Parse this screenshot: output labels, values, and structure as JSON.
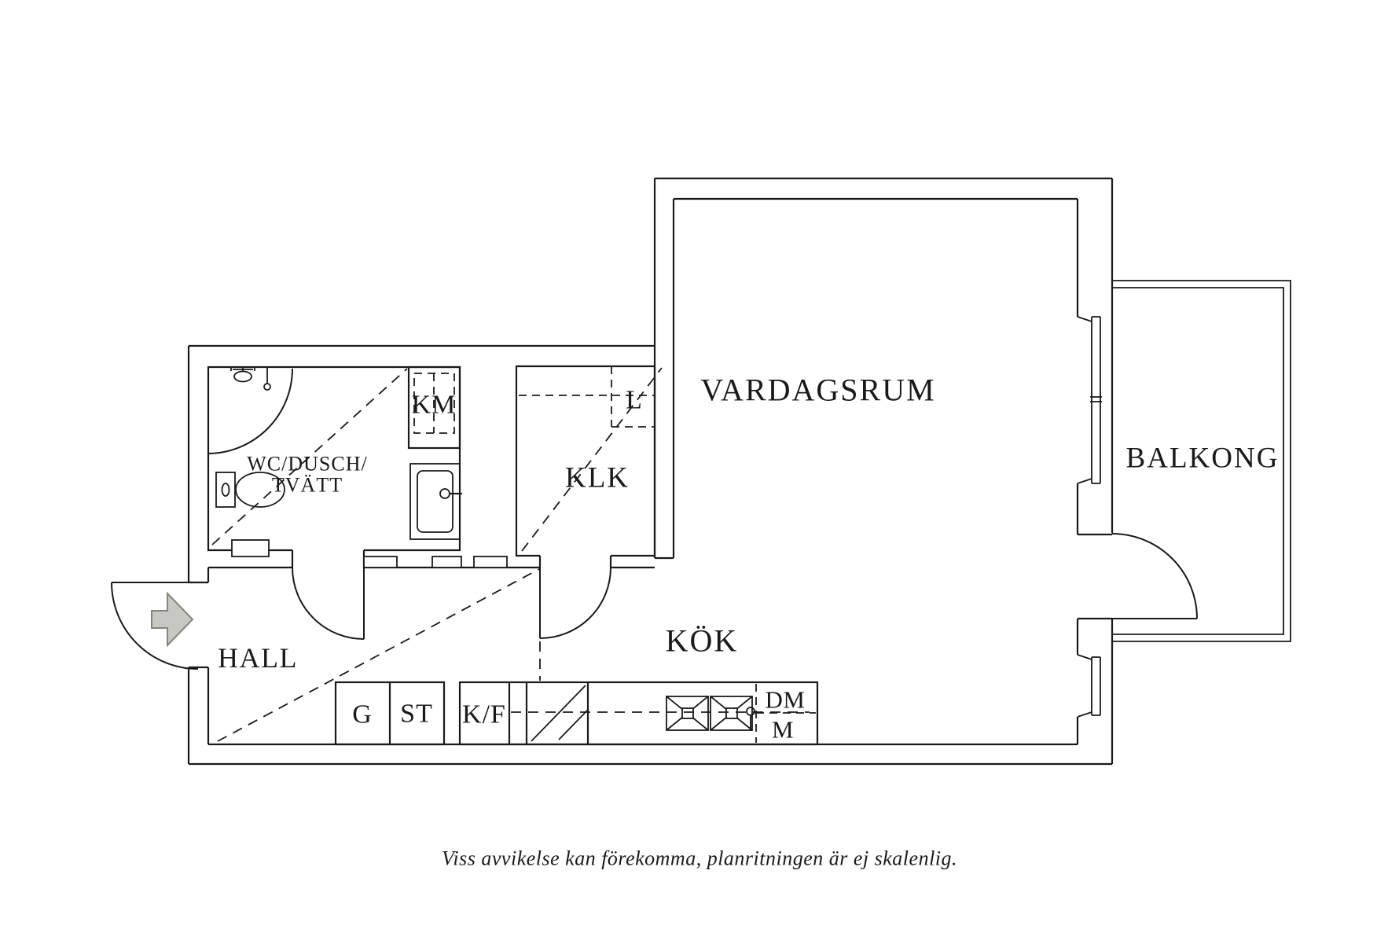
{
  "rooms": {
    "vardagsrum": "VARDAGSRUM",
    "balkong": "BALKONG",
    "hall": "HALL",
    "kok": "KÖK",
    "klk": "KLK",
    "wc_line1": "WC/DUSCH/",
    "wc_line2": "TVÄTT"
  },
  "fixtures": {
    "km": "KM",
    "closet_l": "L",
    "g": "G",
    "st": "ST",
    "kf": "K/F",
    "dm": "DM",
    "m": "M"
  },
  "footer": {
    "disclaimer": "Viss avvikelse kan förekomma, planritningen är ej skalenlig."
  },
  "colors": {
    "ink": "#1a1a1a",
    "entry_arrow_fill": "#c7c7c3",
    "entry_arrow_stroke": "#85857f"
  },
  "symbols": [
    "entrance-arrow-icon",
    "door-swing-arc",
    "shower-curtain-arc",
    "toilet",
    "wash-basin",
    "washing-machine",
    "stove-hob",
    "double-kitchen-sink",
    "window",
    "wardrobe-dashed"
  ]
}
